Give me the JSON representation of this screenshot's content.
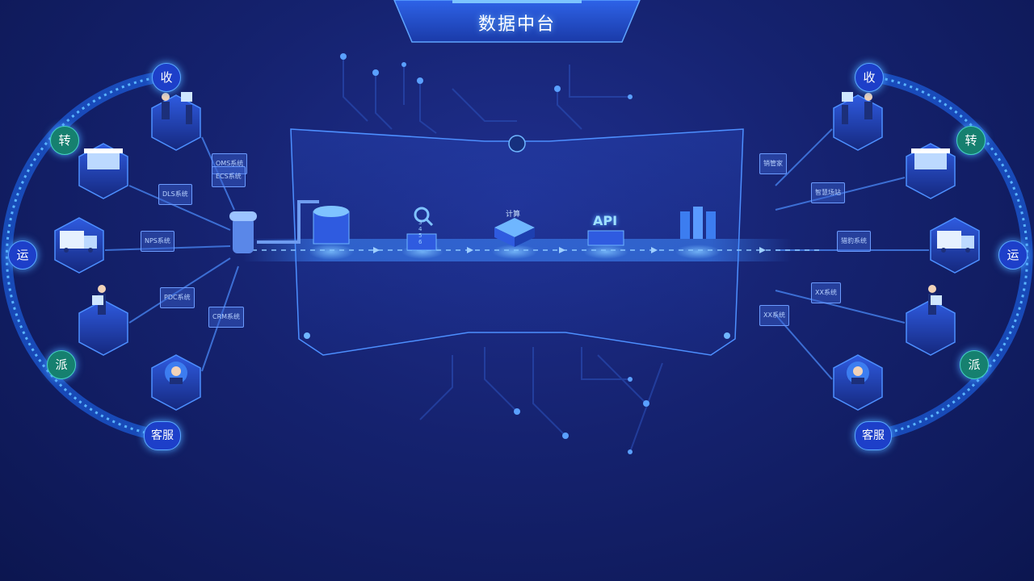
{
  "title": "数据中台",
  "left_ring": {
    "labels": [
      {
        "id": "collect",
        "text": "收",
        "style": "blue"
      },
      {
        "id": "transfer",
        "text": "转",
        "style": "teal"
      },
      {
        "id": "deliver",
        "text": "运",
        "style": "blue"
      },
      {
        "id": "dispatch",
        "text": "派",
        "style": "teal"
      },
      {
        "id": "service",
        "text": "客服",
        "style": "blue"
      }
    ]
  },
  "right_ring": {
    "labels": [
      {
        "id": "collect",
        "text": "收",
        "style": "blue"
      },
      {
        "id": "transfer",
        "text": "转",
        "style": "teal"
      },
      {
        "id": "deliver",
        "text": "运",
        "style": "blue"
      },
      {
        "id": "dispatch",
        "text": "派",
        "style": "teal"
      },
      {
        "id": "service",
        "text": "客服",
        "style": "blue"
      }
    ]
  },
  "left_systems": [
    {
      "id": "oms",
      "text": "OMS系统"
    },
    {
      "id": "ecs",
      "text": "ECS系统"
    },
    {
      "id": "dls",
      "text": "DLS系统"
    },
    {
      "id": "nps",
      "text": "NPS系统"
    },
    {
      "id": "pdc",
      "text": "PDC系统"
    },
    {
      "id": "crm",
      "text": "CRM系统"
    }
  ],
  "right_systems": [
    {
      "id": "sales",
      "text": "销管家"
    },
    {
      "id": "smart-site",
      "text": "智慧场站"
    },
    {
      "id": "iot",
      "text": "猎豹系统"
    },
    {
      "id": "xx1",
      "text": "XX系统"
    },
    {
      "id": "xx2",
      "text": "XX系统"
    }
  ],
  "center_stages": [
    {
      "id": "data-lake",
      "icon": "data-pool-icon"
    },
    {
      "id": "search",
      "icon": "search-icon",
      "digits": "3 4 5 6"
    },
    {
      "id": "compute",
      "icon": "compute-block-icon",
      "text": "计算"
    },
    {
      "id": "api",
      "icon": "api-icon",
      "text": "API"
    },
    {
      "id": "app",
      "icon": "server-rack-icon"
    }
  ],
  "colors": {
    "accent": "#3f8bff",
    "teal": "#26c6b4",
    "panel": "#1d3fb0",
    "flow": "#4d9dff"
  }
}
